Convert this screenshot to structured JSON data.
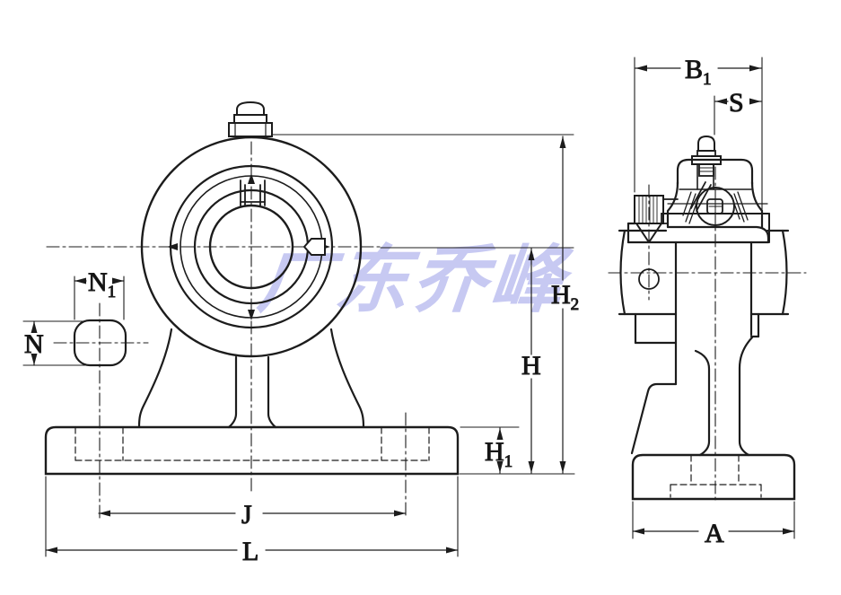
{
  "drawing": {
    "type": "bearing-unit-technical-drawing",
    "background": "#ffffff",
    "line_color": "#1c1c1c",
    "watermark": {
      "text": "广东乔峰",
      "color": "#c7c9f2"
    },
    "views": {
      "front": "front-view",
      "side": "side-section-view"
    }
  },
  "dimensions": {
    "B1": {
      "main": "B",
      "sub": "1"
    },
    "S": {
      "main": "S",
      "sub": ""
    },
    "N1": {
      "main": "N",
      "sub": "1"
    },
    "N": {
      "main": "N",
      "sub": ""
    },
    "H2": {
      "main": "H",
      "sub": "2"
    },
    "H": {
      "main": "H",
      "sub": ""
    },
    "H1": {
      "main": "H",
      "sub": "1"
    },
    "J": {
      "main": "J",
      "sub": ""
    },
    "L": {
      "main": "L",
      "sub": ""
    },
    "A": {
      "main": "A",
      "sub": ""
    }
  }
}
